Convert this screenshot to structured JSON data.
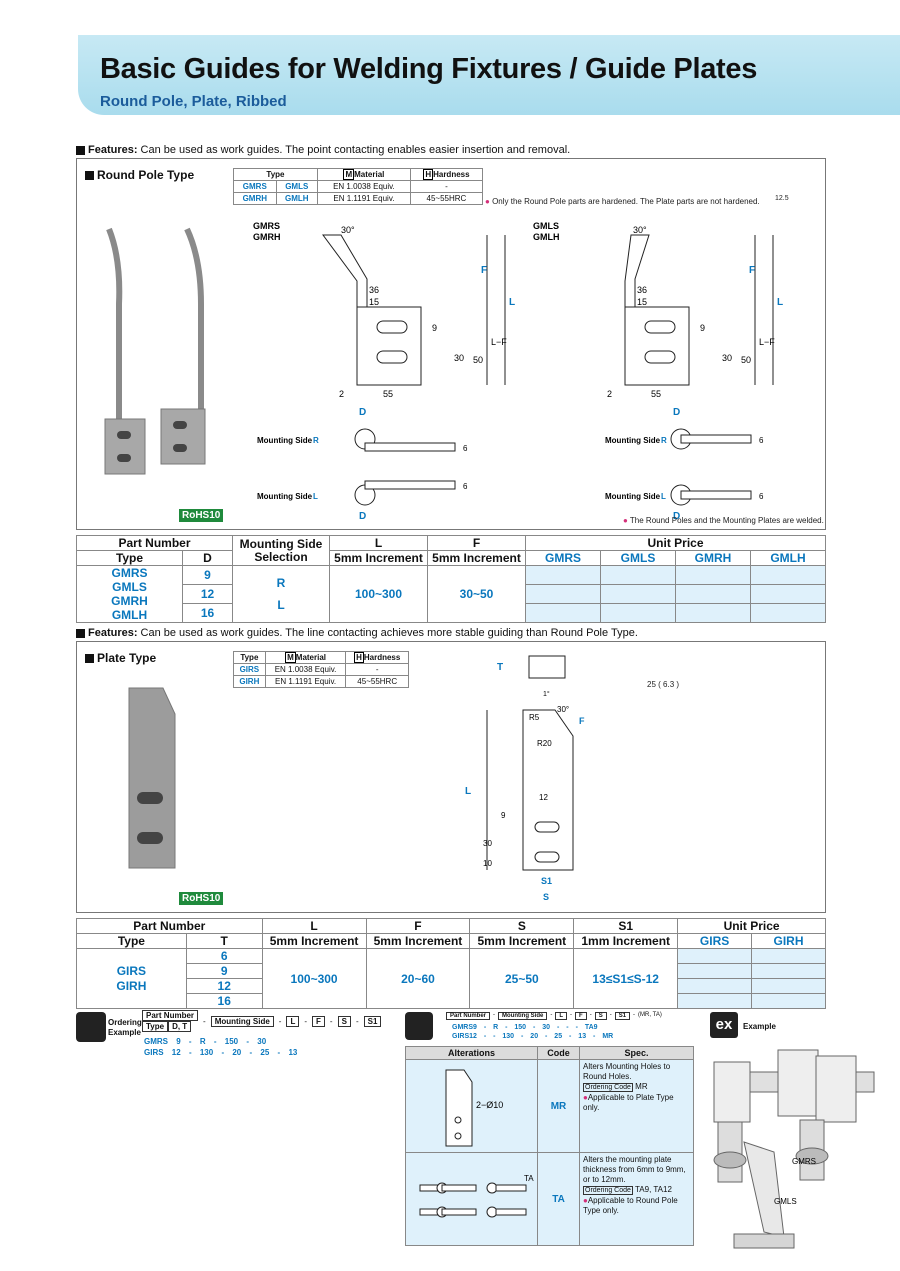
{
  "header": {
    "title": "Basic Guides for Welding Fixtures / Guide Plates",
    "subtitle": "Round Pole, Plate, Ribbed"
  },
  "features1": {
    "label": "Features:",
    "text": "Can be used as work guides. The point contacting enables easier insertion and removal."
  },
  "features2": {
    "label": "Features:",
    "text": "Can be used as work guides. The line contacting achieves more stable guiding than Round Pole Type."
  },
  "round": {
    "title": "Round Pole Type",
    "rohs": "RoHS10",
    "spec_headers": {
      "type": "Type",
      "material": "Material",
      "hardness": "Hardness",
      "m": "M",
      "h": "H"
    },
    "spec_rows": [
      {
        "a": "GMRS",
        "b": "GMLS",
        "material": "EN 1.0038 Equiv.",
        "hardness": "-"
      },
      {
        "a": "GMRH",
        "b": "GMLH",
        "material": "EN 1.1191 Equiv.",
        "hardness": "45~55HRC"
      }
    ],
    "note1": "Only the Round Pole parts are hardened. The Plate parts are not hardened.",
    "note2": "The Round Poles and the Mounting Plates are welded.",
    "roughness": "12.5",
    "drawing_left": {
      "t1": "GMRS",
      "t2": "GMRH"
    },
    "drawing_right": {
      "t1": "GMLS",
      "t2": "GMLH"
    },
    "dims": {
      "angle": "30°",
      "d36": "36",
      "d15": "15",
      "d9": "9",
      "d30": "30",
      "d50": "50",
      "d2": "2",
      "d55": "55",
      "F": "F",
      "L": "L",
      "LF": "L−F",
      "D": "D",
      "d6": "6"
    },
    "mount_r": "Mounting Side",
    "mount_r_code": "R",
    "mount_l": "Mounting Side",
    "mount_l_code": "L"
  },
  "table1": {
    "h_part": "Part Number",
    "h_type": "Type",
    "h_d": "D",
    "h_mount": "Mounting Side Selection",
    "h_L": "L",
    "h_L2": "5mm Increment",
    "h_F": "F",
    "h_F2": "5mm Increment",
    "h_price": "Unit Price",
    "price_cols": [
      "GMRS",
      "GMLS",
      "GMRH",
      "GMLH"
    ],
    "types": [
      "GMRS",
      "GMLS",
      "GMRH",
      "GMLH"
    ],
    "d_values": [
      "9",
      "12",
      "16"
    ],
    "mount_values": [
      "R",
      "L"
    ],
    "L_value": "100~300",
    "F_value": "30~50"
  },
  "plate": {
    "title": "Plate Type",
    "rohs": "RoHS10",
    "spec_headers": {
      "type": "Type",
      "material": "Material",
      "hardness": "Hardness",
      "m": "M",
      "h": "H"
    },
    "spec_rows": [
      {
        "a": "GIRS",
        "material": "EN 1.0038 Equiv.",
        "hardness": "-"
      },
      {
        "a": "GIRH",
        "material": "EN 1.1191 Equiv.",
        "hardness": "45~55HRC"
      }
    ],
    "roughness1": "25",
    "roughness2": "6.3",
    "dims": {
      "T": "T",
      "r5": "R5",
      "r20": "R20",
      "angle": "30°",
      "F": "F",
      "L": "L",
      "d12": "12",
      "d9": "9",
      "d30": "30",
      "d10": "10",
      "S1": "S1",
      "S": "S",
      "c": "1°"
    }
  },
  "table2": {
    "h_part": "Part Number",
    "h_type": "Type",
    "h_t": "T",
    "h_L": "L",
    "h_F": "F",
    "h_S": "S",
    "h_S1": "S1",
    "inc5": "5mm Increment",
    "inc1": "1mm Increment",
    "h_price": "Unit Price",
    "price_cols": [
      "GIRS",
      "GIRH"
    ],
    "types": [
      "GIRS",
      "GIRH"
    ],
    "t_values": [
      "6",
      "9",
      "12",
      "16"
    ],
    "L_value": "100~300",
    "F_value": "20~60",
    "S_value": "25~50",
    "S1_value": "13≤S1≤S-12"
  },
  "ordering": {
    "label1": "Ordering",
    "label2": "Example",
    "box_part": "Part Number",
    "box_type": "Type",
    "box_dt": "D, T",
    "box_mount": "Mounting Side",
    "box_L": "L",
    "box_F": "F",
    "box_S": "S",
    "box_S1": "S1",
    "row1": [
      "GMRS",
      "9",
      "-",
      "R",
      "-",
      "150",
      "-",
      "30"
    ],
    "row2": [
      "GIRS",
      "12",
      "-",
      "130",
      "-",
      "20",
      "-",
      "25",
      "-",
      "13"
    ]
  },
  "ordering2": {
    "heads": [
      "Part Number",
      "-",
      "Mounting Side",
      "-",
      "L",
      "-",
      "F",
      "-",
      "S",
      "-",
      "S1",
      "-",
      "(MR, TA)"
    ],
    "row1": "GMRS9 - R - 150 - 30 - - - TA9",
    "row2": "GIRS12 - - 130 - 20 - 25 - 13 - MR"
  },
  "alterations": {
    "h_alt": "Alterations",
    "h_code": "Code",
    "h_spec": "Spec.",
    "rows": [
      {
        "code": "MR",
        "dim": "2−Ø10",
        "spec1": "Alters Mounting Holes to Round Holes.",
        "oc_label": "Ordering Code",
        "oc_value": "MR",
        "applic": "Applicable to Plate Type only."
      },
      {
        "code": "TA",
        "dim": "TA",
        "spec1": "Alters the mounting plate thickness from 6mm to 9mm, or to 12mm.",
        "oc_label": "Ordering Code",
        "oc_value": "TA9, TA12",
        "applic": "Applicable to Round Pole Type only."
      }
    ]
  },
  "example": {
    "badge": "ex",
    "label": "Example",
    "l1": "GMRS",
    "l2": "GMLS"
  }
}
